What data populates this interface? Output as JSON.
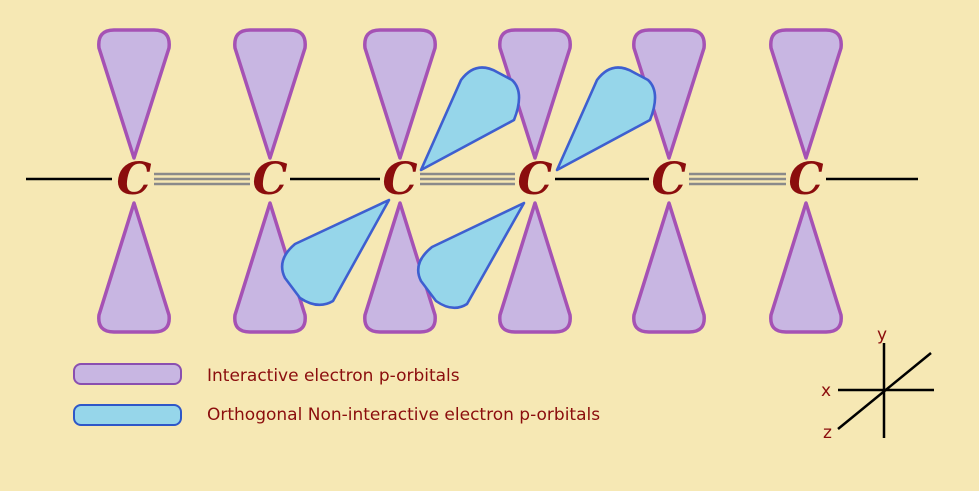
{
  "atoms": [
    "C",
    "C",
    "C",
    "C",
    "C",
    "C"
  ],
  "bonds": [
    "single",
    "triple",
    "single",
    "triple",
    "single",
    "triple",
    "single"
  ],
  "legend": {
    "interactive": "Interactive electron p-orbitals",
    "orthogonal": "Orthogonal Non-interactive electron p-orbitals"
  },
  "axes": {
    "y": "y",
    "x": "x",
    "z": "z"
  },
  "colors": {
    "background": "#f6e8b4",
    "interactive_fill": "#c8b6e2",
    "interactive_stroke": "#a552b4",
    "orthogonal_fill": "#96d6ea",
    "orthogonal_stroke": "#3e5fd0",
    "atom_label": "#8b0d0d",
    "bond": "#000000",
    "multiple_bond": "#8a8a8a"
  }
}
